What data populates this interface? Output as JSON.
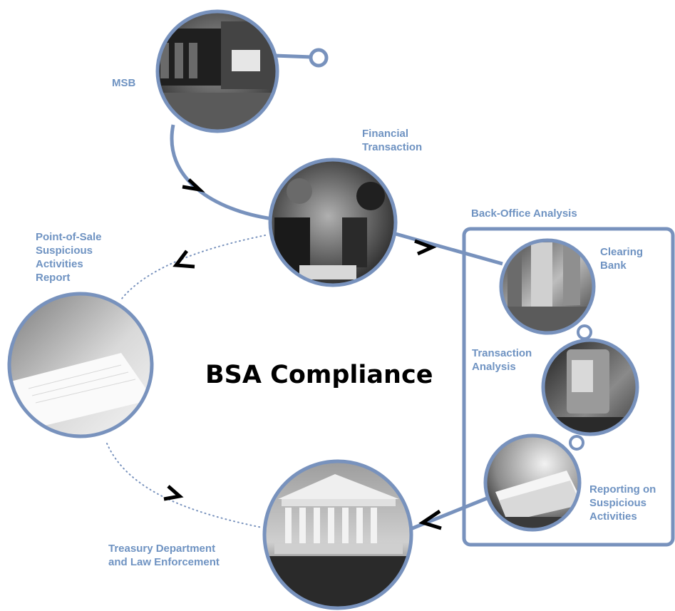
{
  "title": "BSA Compliance",
  "nodes": {
    "msb": "MSB",
    "financial_transaction": "Financial\nTransaction",
    "back_office": "Back-Office Analysis",
    "clearing_bank": "Clearing\nBank",
    "transaction_analysis": "Transaction\nAnalysis",
    "reporting": "Reporting on\nSuspicious\nActivities",
    "treasury": "Treasury Department\nand Law Enforcement",
    "pos_report": "Point-of-Sale\nSuspicious\nActivities\nReport"
  },
  "photos": [
    {
      "subject": "post-office-building-photo"
    },
    {
      "subject": "bank-teller-transaction-photo"
    },
    {
      "subject": "bank-columns-photo"
    },
    {
      "subject": "computer-monitor-photo"
    },
    {
      "subject": "paper-stack-photo"
    },
    {
      "subject": "supreme-court-building-photo"
    },
    {
      "subject": "blank-report-paper-photo"
    }
  ],
  "colors": {
    "accent": "#6f93c2",
    "ring": "#7892bd",
    "arrow": "#000000",
    "title": "#000000"
  }
}
